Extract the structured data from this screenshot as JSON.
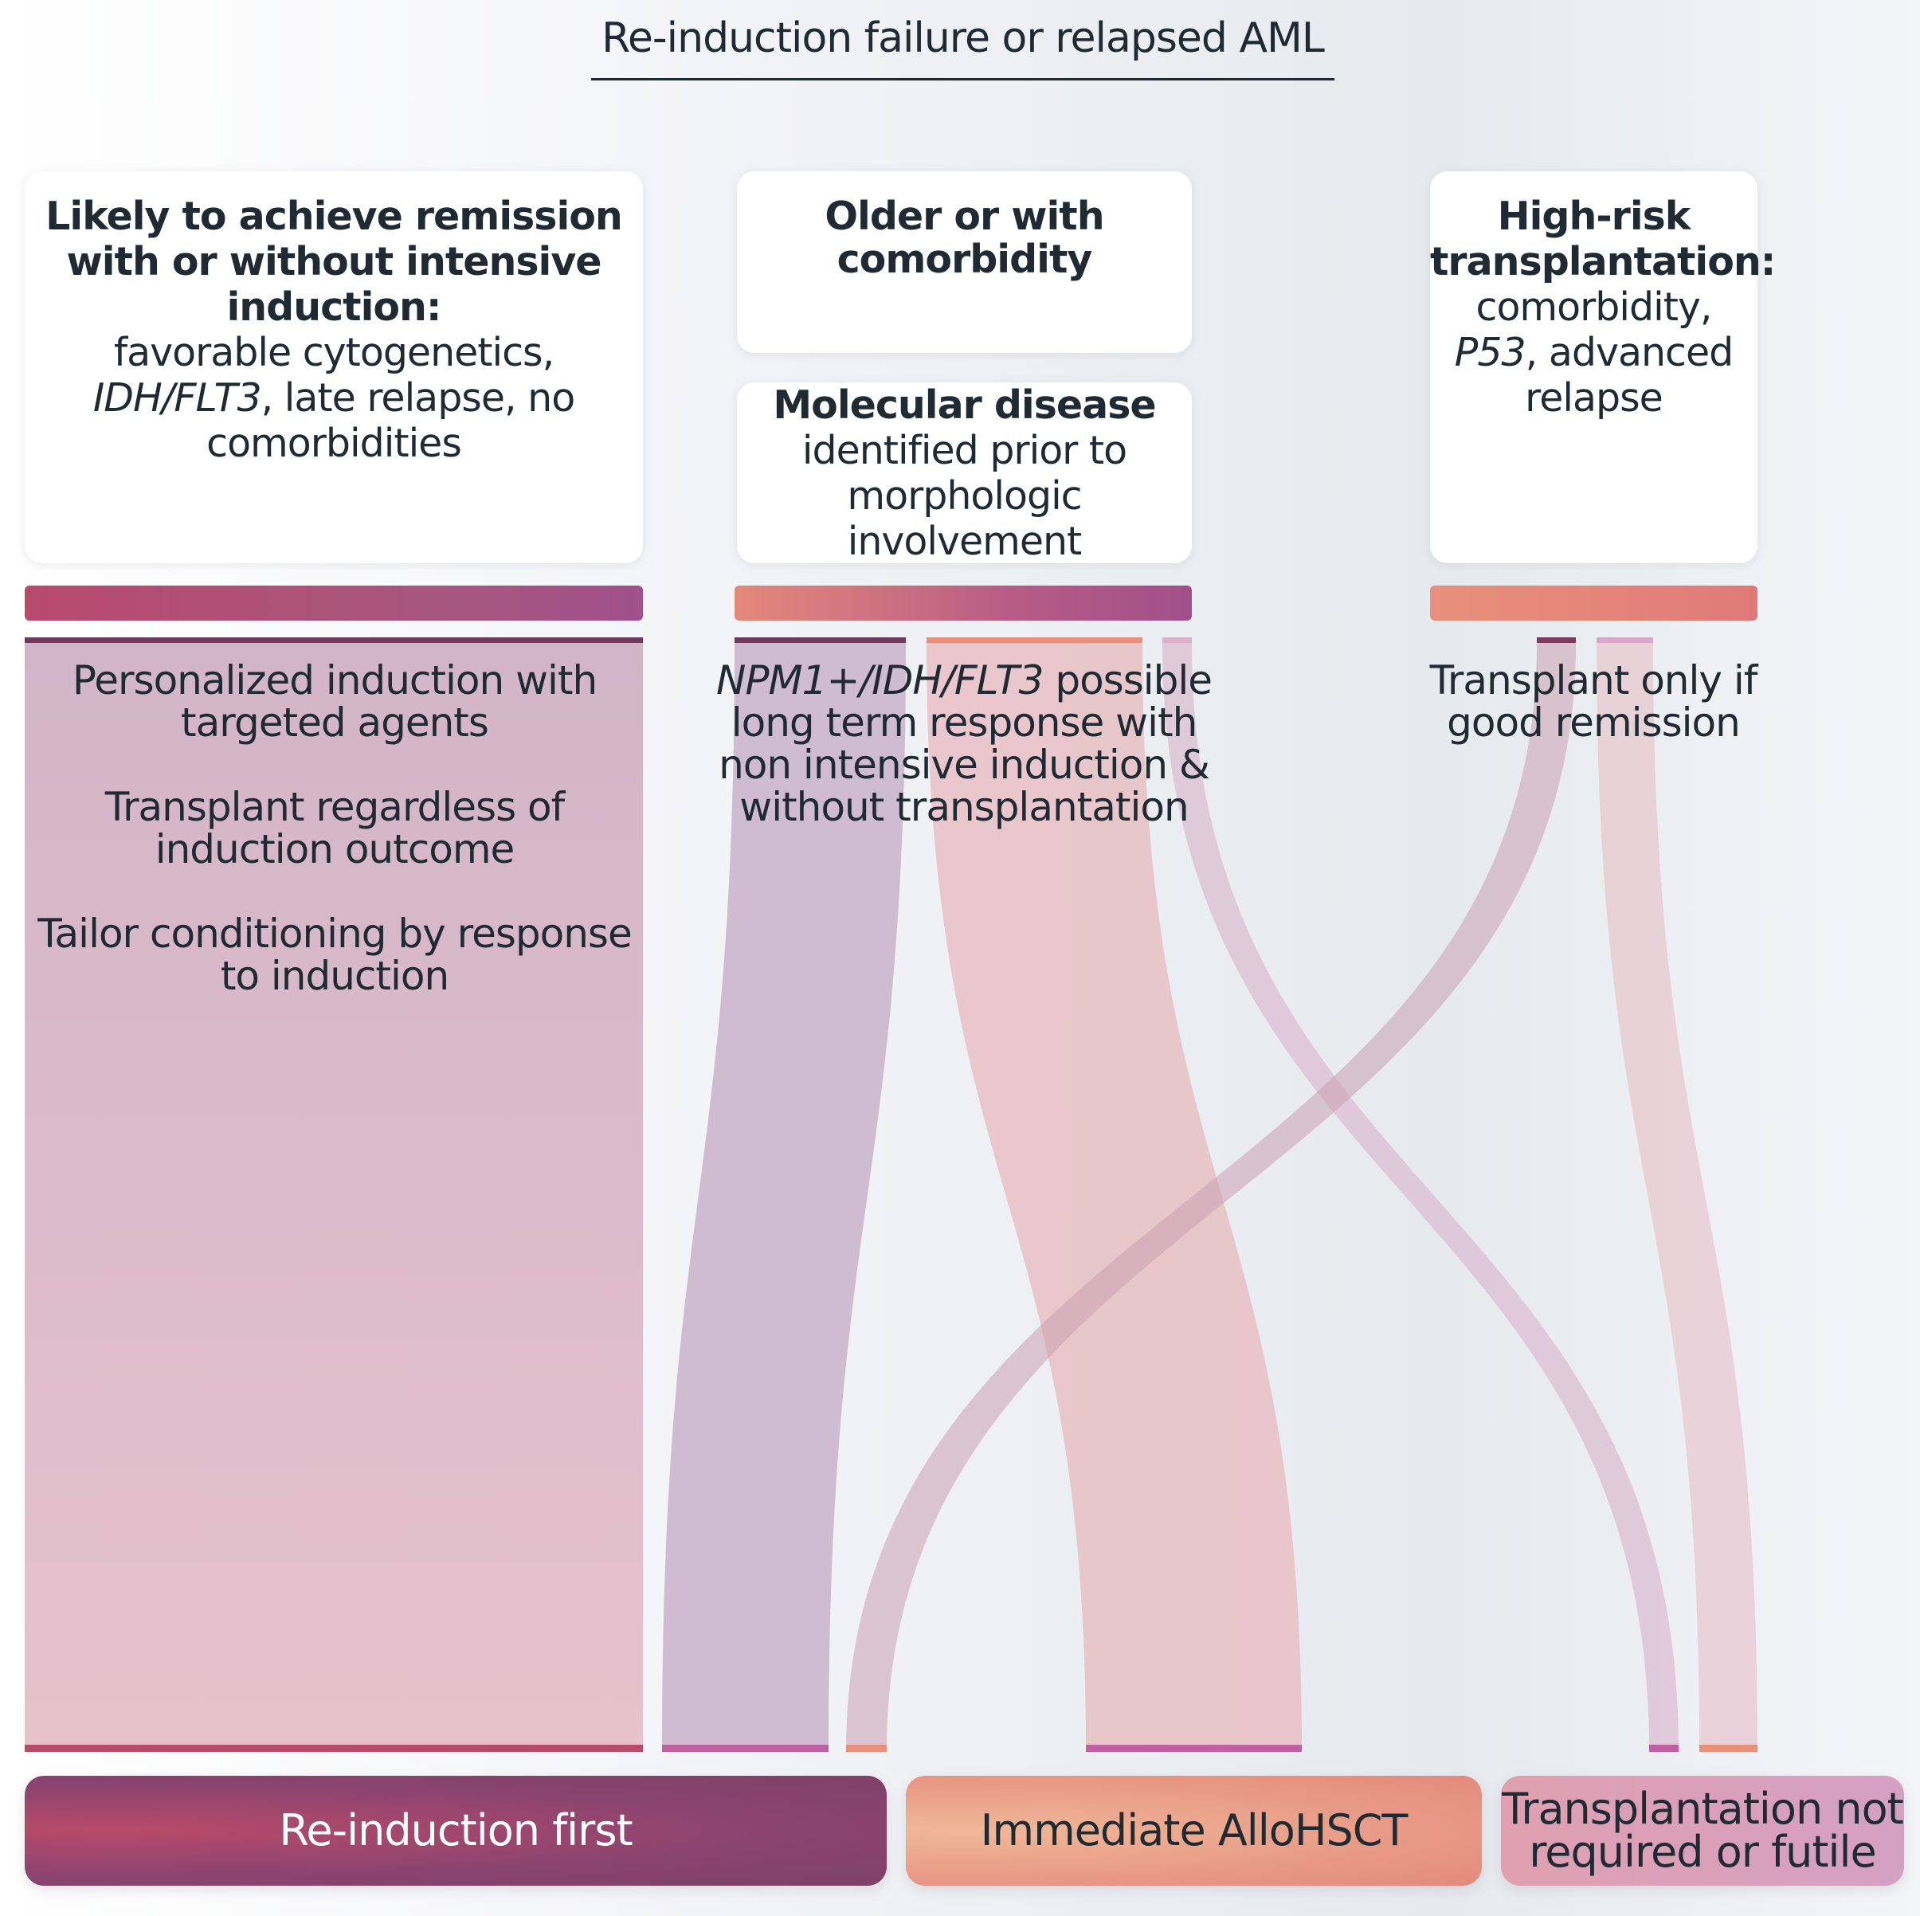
{
  "title": "Re-induction failure or relapsed AML",
  "columns": [
    {
      "heading": "Likely to achieve remission with or without intensive induction:",
      "body_a": "favorable cytogenetics,",
      "body_italic": "IDH/FLT3",
      "body_b": ", late relapse, no comorbidities",
      "notes": [
        "Personalized induction with targeted agents",
        "Transplant regardless of induction outcome",
        "Tailor conditioning by response to induction"
      ]
    },
    {
      "heading": "Older or with comorbidity",
      "sub_heading": "Molecular disease",
      "sub_body": "identified prior to morphologic involvement",
      "note_italic": "NPM1+/IDH/FLT3",
      "note": " possible long term response with non intensive induction & without transplantation"
    },
    {
      "heading": "High-risk transplantation:",
      "body_a": "comorbidity,",
      "body_italic": "P53",
      "body_b": ", advanced relapse",
      "note": "Transplant only if good remission"
    }
  ],
  "outcomes": [
    "Re-induction first",
    "Immediate AlloHSCT",
    "Transplantation not required or futile"
  ],
  "colors": {
    "plum": "#8a3f6a",
    "rose": "#b84a6a",
    "salmon": "#e88a78",
    "peach": "#f0b494",
    "pink": "#d8a0c0"
  }
}
